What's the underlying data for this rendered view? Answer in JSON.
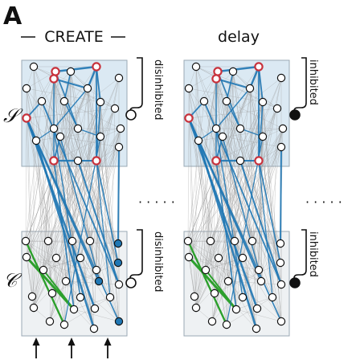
{
  "figure": {
    "panel_letter": "A",
    "left_title": "CREATE",
    "right_title": "delay",
    "row_labels": {
      "top": "𝒮",
      "bottom": "𝒞"
    },
    "left_states": {
      "top": "disinhibited",
      "bottom": "disinhibited"
    },
    "right_states": {
      "top": "inhibited",
      "bottom": "inhibited"
    },
    "ellipsis": "· · · · ·"
  },
  "colors": {
    "region_fill": "#dbe9f3",
    "region_stroke": "#9aa9b5",
    "active_neuron": "#c8323c",
    "blue_synapse": "#1f77b4",
    "green_synapse": "#2ca02c",
    "gray_synapse": "#9a9a9a",
    "inhibited_marker": "#111111"
  }
}
